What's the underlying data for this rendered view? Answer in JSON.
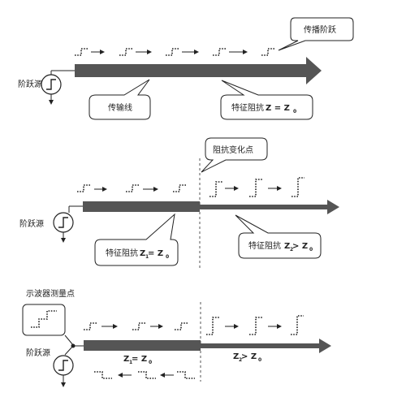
{
  "panel1": {
    "source_label": "阶跃源",
    "bubble_line": "传输线",
    "bubble_impedance_prefix": "特征阻抗",
    "bubble_impedance_eq": "Z = Z",
    "bubble_impedance_sub": "0",
    "bubble_propagating": "传播阶跃"
  },
  "panel2": {
    "source_label": "阶跃源",
    "bubble_change_point": "阻抗变化点",
    "bubble_left_prefix": "特征阻抗",
    "bubble_left_z1": "Z",
    "bubble_left_sub1": "1",
    "bubble_left_eq": " = Z",
    "bubble_left_sub0": "0",
    "bubble_right_prefix": "特征阻抗",
    "bubble_right_z2": "Z",
    "bubble_right_sub2": "2",
    "bubble_right_gt": " > Z",
    "bubble_right_sub0": "0"
  },
  "panel3": {
    "scope_label": "示波器测量点",
    "source_label": "阶跃源",
    "left_z1": "Z",
    "left_sub1": "1",
    "left_eq": " = Z",
    "left_sub0": "0",
    "right_z2": "Z",
    "right_sub2": "2",
    "right_gt": " > Z",
    "right_sub0": "0"
  },
  "colors": {
    "line": "#555555",
    "ink": "#222222",
    "bubble_fill": "#ffffff"
  },
  "icons": [
    "step-waveform-icon",
    "arrow-right-icon",
    "arrow-left-icon",
    "step-source-icon",
    "ground-icon"
  ]
}
